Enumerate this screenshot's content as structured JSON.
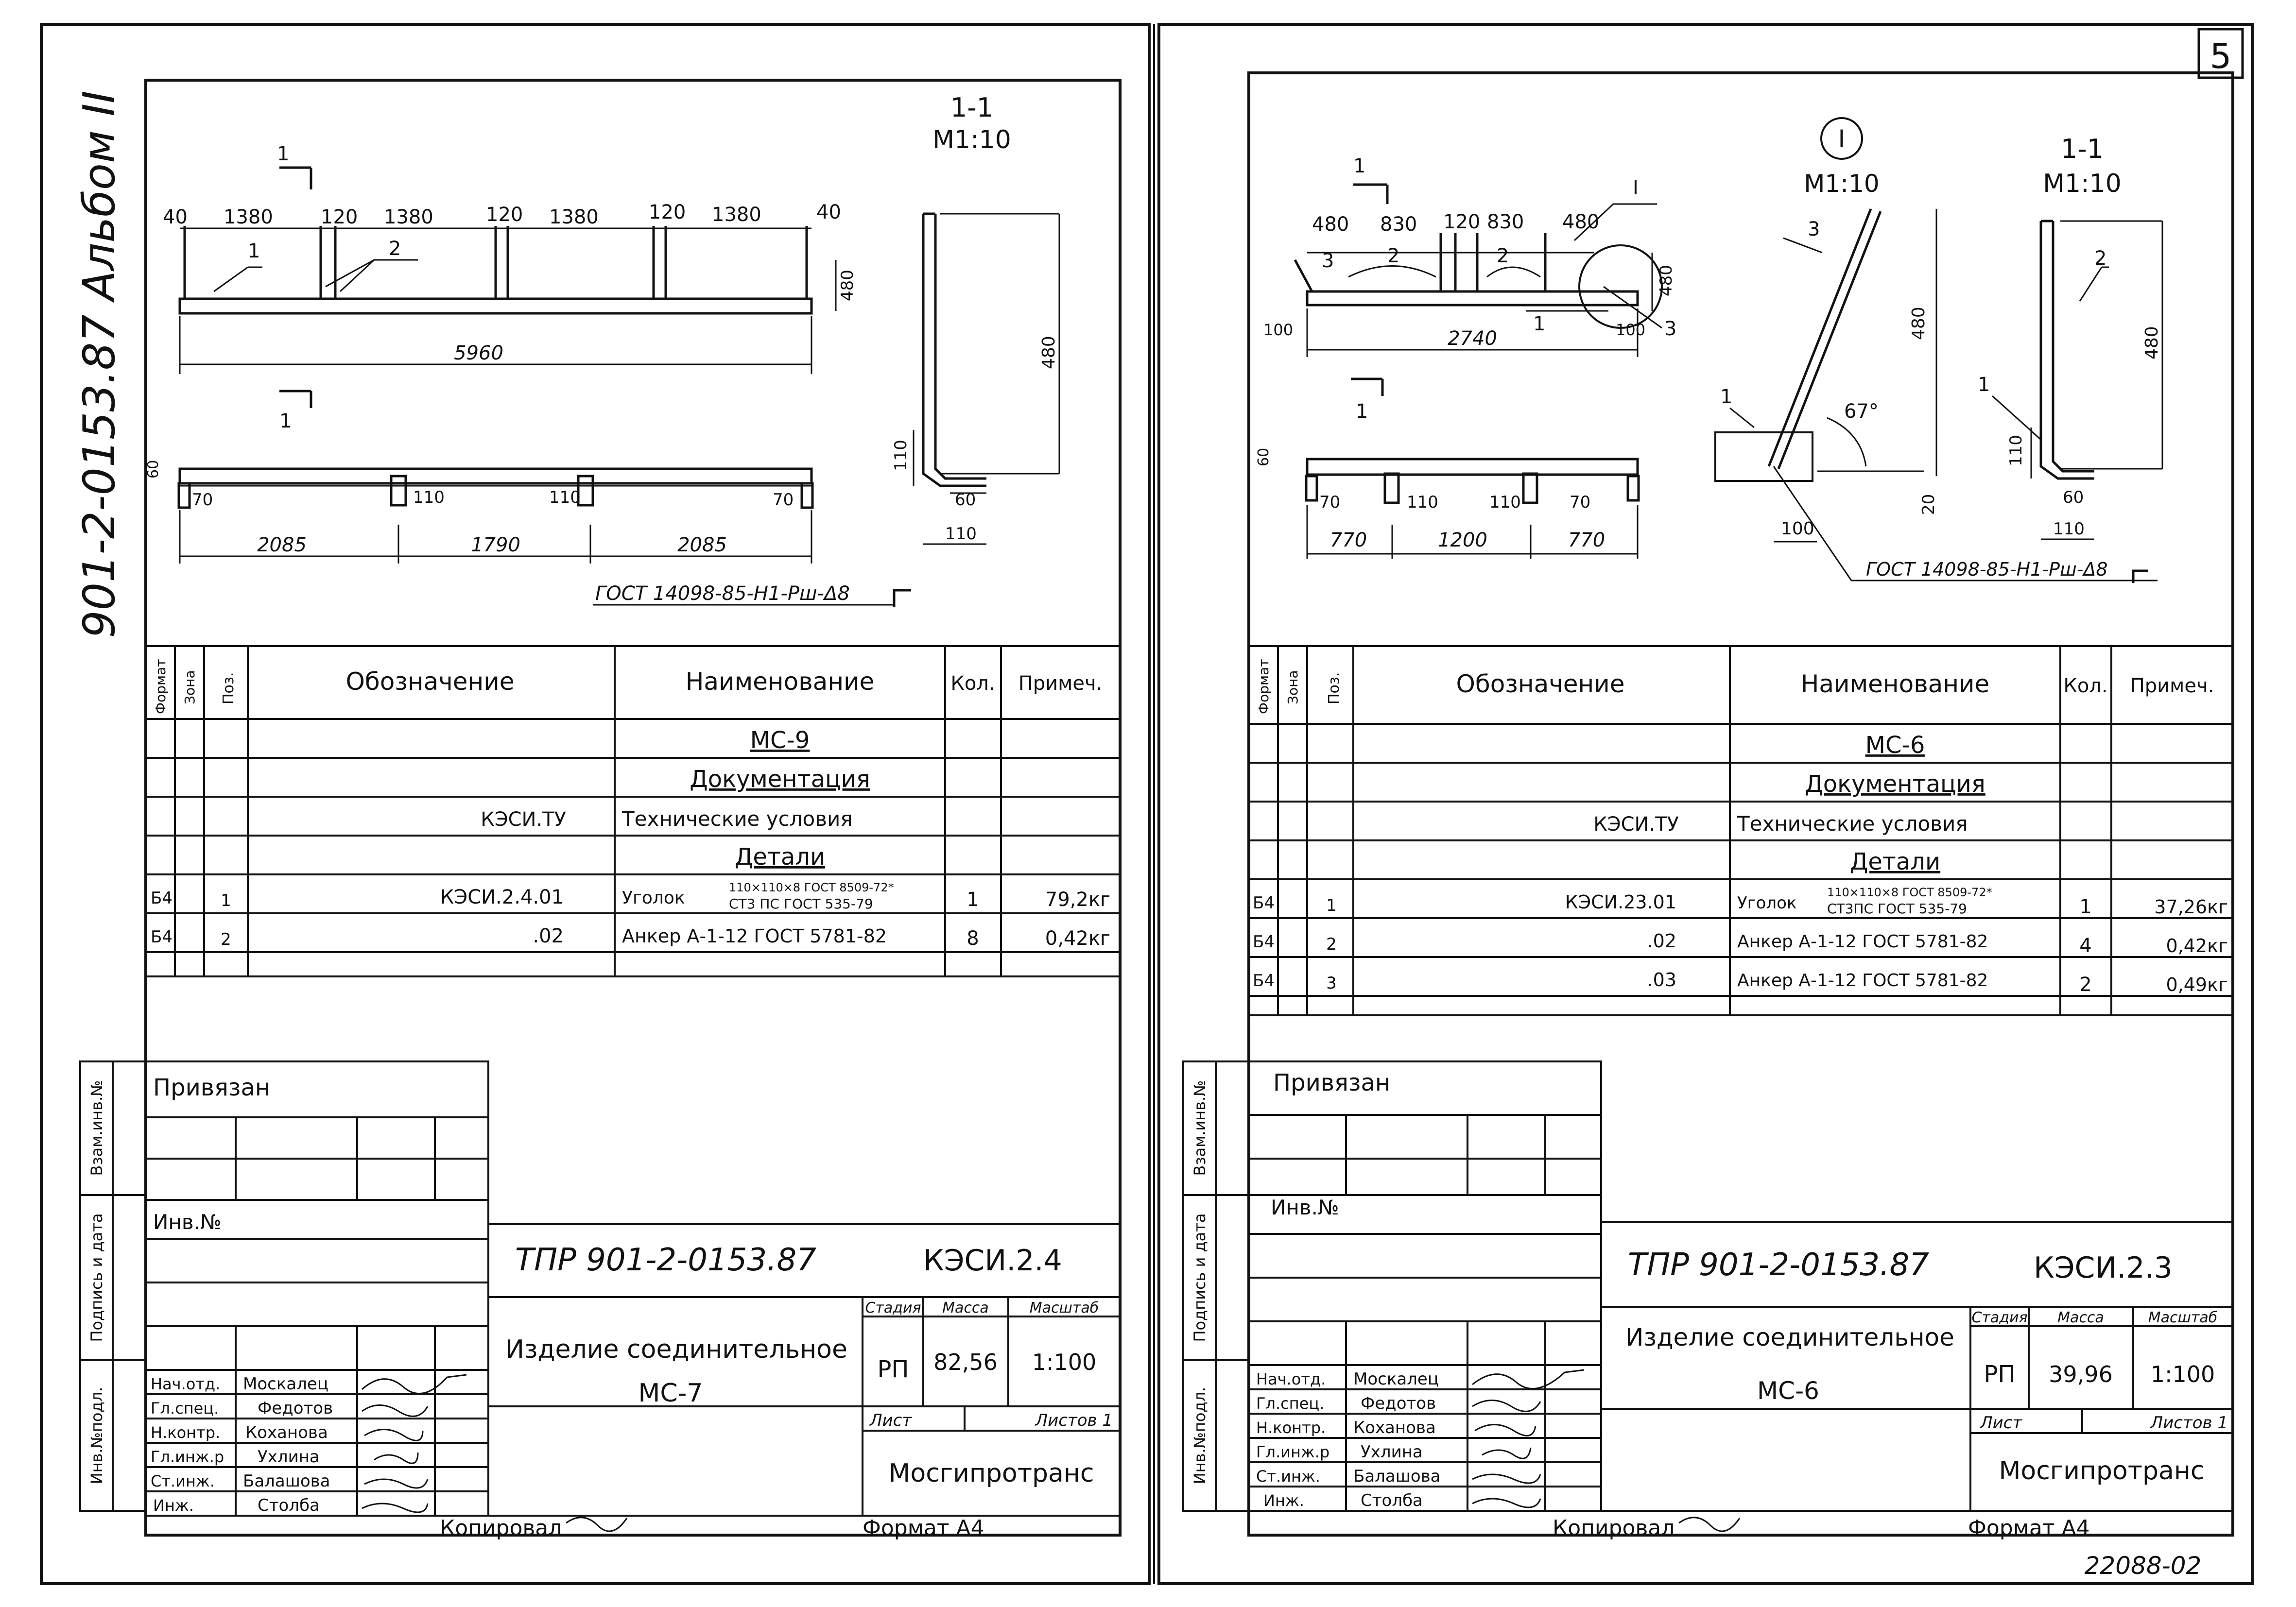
{
  "page_number": "5",
  "archive_number": "22088-02",
  "left_margin": {
    "album_label": "901-2-0153.87  Альбом II",
    "stamp_labels": [
      "Взам.инв.№",
      "Подпись и дата",
      "Инв.№подл."
    ]
  },
  "drawing_common": {
    "section_mark": "1",
    "section_title": "1-1",
    "scale_label": "М1:10",
    "gost_note_left": "ГОСТ 14098-85-Н1-Рш-Δ8",
    "gost_note_right": "ГОСТ 14098-85-Н1-Рш-Δ8"
  },
  "left_drawing": {
    "dims_top": [
      "40",
      "1380",
      "120",
      "1380",
      "120",
      "1380",
      "120",
      "1380",
      "40"
    ],
    "overall_length": "5960",
    "height_small": "480",
    "callout_1": "1",
    "callout_2": "2",
    "plan_dims": [
      "70",
      "110",
      "110",
      "70"
    ],
    "bottom_dims": [
      "2085",
      "1790",
      "2085"
    ],
    "plan_height": "60",
    "section_height": "480",
    "section_leg": "110",
    "section_foot": "60",
    "section_width": "110"
  },
  "right_drawing": {
    "dims_top": [
      "480",
      "830",
      "120",
      "830",
      "480"
    ],
    "callouts": [
      "3",
      "2",
      "2"
    ],
    "callout_1": "1",
    "callout_3": "3",
    "height_small": "480",
    "left_offset": "100",
    "right_offset": "100",
    "overall_length": "2740",
    "plan_height": "60",
    "plan_dims": [
      "70",
      "110",
      "110",
      "70"
    ],
    "bottom_dims": [
      "770",
      "1200",
      "770"
    ],
    "detail_mark": "I",
    "detail_height": "480",
    "detail_angle": "67°",
    "detail_bottom": "20",
    "detail_width": "100",
    "section_height": "480",
    "section_leg": "110",
    "section_foot": "60",
    "section_width": "110",
    "callout_2": "2"
  },
  "spec_headers": {
    "format": "Формат",
    "zone": "Зона",
    "pos": "Поз.",
    "designation": "Обозначение",
    "name": "Наименование",
    "qty": "Кол.",
    "note": "Примеч."
  },
  "left_spec": {
    "title": "МС-9",
    "section_docs": "Документация",
    "tu_designation": "КЭСИ.ТУ",
    "tu_name": "Технические условия",
    "section_parts": "Детали",
    "rows": [
      {
        "format": "Б4",
        "pos": "1",
        "designation": "КЭСИ.2.4.01",
        "name": "Уголок",
        "name_top": "110×110×8 ГОСТ 8509-72*",
        "name_bottom": "СТ3 ПС ГОСТ 535-79",
        "qty": "1",
        "note": "79,2кг"
      },
      {
        "format": "Б4",
        "pos": "2",
        "designation": ".02",
        "name": "Анкер А-1-12 ГОСТ 5781-82",
        "qty": "8",
        "note": "0,42кг"
      }
    ]
  },
  "right_spec": {
    "title": "МС-6",
    "section_docs": "Документация",
    "tu_designation": "КЭСИ.ТУ",
    "tu_name": "Технические условия",
    "section_parts": "Детали",
    "rows": [
      {
        "format": "Б4",
        "pos": "1",
        "designation": "КЭСИ.23.01",
        "name": "Уголок",
        "name_top": "110×110×8 ГОСТ 8509-72*",
        "name_bottom": "СТ3ПС ГОСТ 535-79",
        "qty": "1",
        "note": "37,26кг"
      },
      {
        "format": "Б4",
        "pos": "2",
        "designation": ".02",
        "name": "Анкер А-1-12 ГОСТ 5781-82",
        "qty": "4",
        "note": "0,42кг"
      },
      {
        "format": "Б4",
        "pos": "3",
        "designation": ".03",
        "name": "Анкер А-1-12 ГОСТ 5781-82",
        "qty": "2",
        "note": "0,49кг"
      }
    ]
  },
  "title_block_common": {
    "privyazan": "Привязан",
    "inv_no": "Инв.№",
    "stage_label": "Стадия",
    "mass_label": "Масса",
    "scale_col_label": "Масштаб",
    "sheet_label": "Лист",
    "company": "Мосгипротранс",
    "copied": "Копировал",
    "format": "Формат А4",
    "signatures": [
      {
        "role": "Нач.отд.",
        "name": "Москалец"
      },
      {
        "role": "Гл.спец.",
        "name": "Федотов"
      },
      {
        "role": "Н.контр.",
        "name": "Коханова"
      },
      {
        "role": "Гл.инж.р",
        "name": "Ухлина"
      },
      {
        "role": "Ст.инж.",
        "name": "Балашова"
      },
      {
        "role": "Инж.",
        "name": "Столба"
      }
    ]
  },
  "left_title_block": {
    "project": "ТПР 901-2-0153.87",
    "code": "КЭСИ.2.4",
    "item_name": "Изделие соединительное",
    "item_mark": "МС-7",
    "stage": "РП",
    "mass": "82,56",
    "scale": "1:100",
    "sheets": "Листов 1"
  },
  "right_title_block": {
    "project": "ТПР 901-2-0153.87",
    "code": "КЭСИ.2.3",
    "item_name": "Изделие соединительное",
    "item_mark": "МС-6",
    "stage": "РП",
    "mass": "39,96",
    "scale": "1:100",
    "sheets": "Листов 1"
  }
}
